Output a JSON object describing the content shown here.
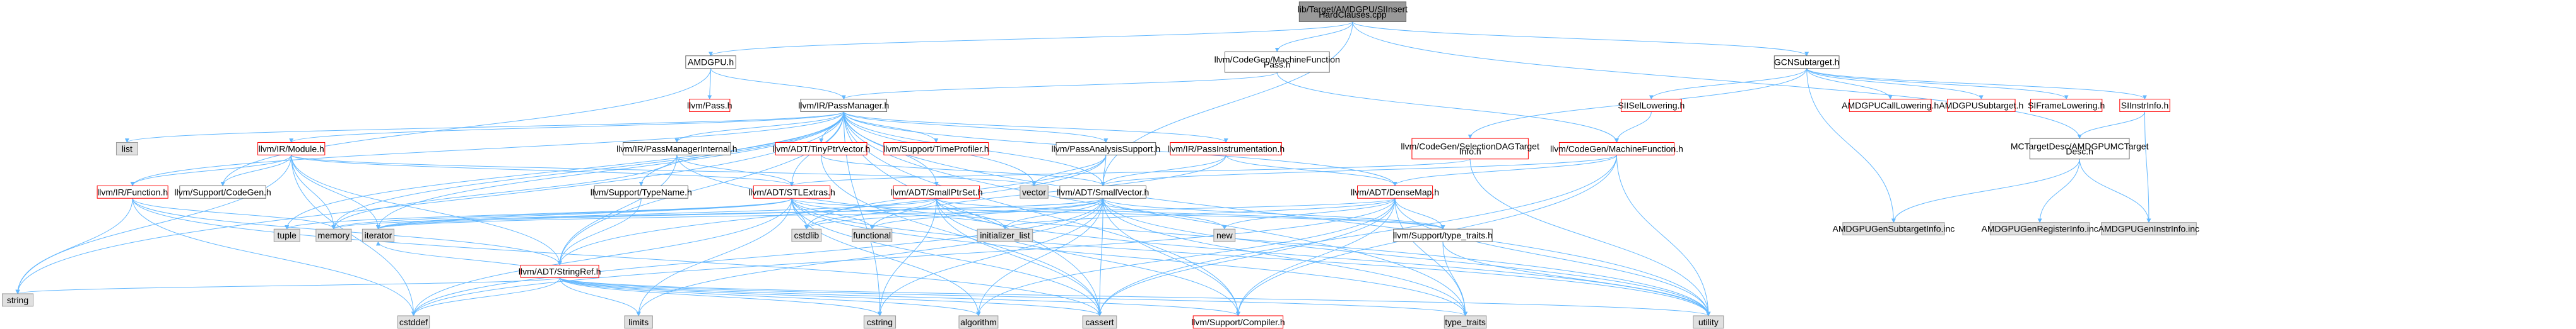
{
  "diagram": {
    "colors": {
      "root_fill": "#999999",
      "root_border": "#666666",
      "normal_fill": "#ffffff",
      "normal_border": "#666666",
      "missing_fill": "#ffffff",
      "missing_border": "#ff0000",
      "system_fill": "#e0e0e0",
      "system_border": "#999999",
      "edge": "#63b8ff",
      "text": "#000000"
    },
    "nodes": [
      {
        "id": "root",
        "kind": "root",
        "lines": [
          "lib/Target/AMDGPU/SIInsert",
          "HardClauses.cpp"
        ]
      },
      {
        "id": "amdgpu",
        "kind": "normal",
        "lines": [
          "AMDGPU.h"
        ]
      },
      {
        "id": "cgmfp",
        "kind": "normal",
        "lines": [
          "llvm/CodeGen/MachineFunction",
          "Pass.h"
        ]
      },
      {
        "id": "gcnsub",
        "kind": "normal",
        "lines": [
          "GCNSubtarget.h"
        ]
      },
      {
        "id": "pass",
        "kind": "missing",
        "lines": [
          "llvm/Pass.h"
        ]
      },
      {
        "id": "passmgr",
        "kind": "normal",
        "lines": [
          "llvm/IR/PassManager.h"
        ]
      },
      {
        "id": "siisel",
        "kind": "missing",
        "lines": [
          "SIISelLowering.h"
        ]
      },
      {
        "id": "amdgpucl",
        "kind": "missing",
        "lines": [
          "AMDGPUCallLowering.h"
        ]
      },
      {
        "id": "amdgpusub",
        "kind": "missing",
        "lines": [
          "AMDGPUSubtarget.h"
        ]
      },
      {
        "id": "siframe",
        "kind": "missing",
        "lines": [
          "SIFrameLowering.h"
        ]
      },
      {
        "id": "siinstr",
        "kind": "missing",
        "lines": [
          "SIInstrInfo.h"
        ]
      },
      {
        "id": "list",
        "kind": "system",
        "lines": [
          "list"
        ]
      },
      {
        "id": "module",
        "kind": "missing",
        "lines": [
          "llvm/IR/Module.h"
        ]
      },
      {
        "id": "pmint",
        "kind": "normal",
        "lines": [
          "llvm/IR/PassManagerInternal.h"
        ]
      },
      {
        "id": "tinyptr",
        "kind": "missing",
        "lines": [
          "llvm/ADT/TinyPtrVector.h"
        ]
      },
      {
        "id": "timeprof",
        "kind": "missing",
        "lines": [
          "llvm/Support/TimeProfiler.h"
        ]
      },
      {
        "id": "pas",
        "kind": "normal",
        "lines": [
          "llvm/PassAnalysisSupport.h"
        ]
      },
      {
        "id": "pinstr",
        "kind": "missing",
        "lines": [
          "llvm/IR/PassInstrumentation.h"
        ]
      },
      {
        "id": "seldag",
        "kind": "missing",
        "lines": [
          "llvm/CodeGen/SelectionDAGTarget",
          "Info.h"
        ]
      },
      {
        "id": "mf",
        "kind": "missing",
        "lines": [
          "llvm/CodeGen/MachineFunction.h"
        ]
      },
      {
        "id": "mctd",
        "kind": "normal",
        "lines": [
          "MCTargetDesc/AMDGPUMCTarget",
          "Desc.h"
        ]
      },
      {
        "id": "function",
        "kind": "missing",
        "lines": [
          "llvm/IR/Function.h"
        ]
      },
      {
        "id": "codegen",
        "kind": "normal",
        "lines": [
          "llvm/Support/CodeGen.h"
        ]
      },
      {
        "id": "typename",
        "kind": "normal",
        "lines": [
          "llvm/Support/TypeName.h"
        ]
      },
      {
        "id": "stlextras",
        "kind": "missing",
        "lines": [
          "llvm/ADT/STLExtras.h"
        ]
      },
      {
        "id": "smallptrset",
        "kind": "missing",
        "lines": [
          "llvm/ADT/SmallPtrSet.h"
        ]
      },
      {
        "id": "vector",
        "kind": "system",
        "lines": [
          "vector"
        ]
      },
      {
        "id": "smallvector",
        "kind": "normal",
        "lines": [
          "llvm/ADT/SmallVector.h"
        ]
      },
      {
        "id": "densemap",
        "kind": "missing",
        "lines": [
          "llvm/ADT/DenseMap.h"
        ]
      },
      {
        "id": "gensubinfo",
        "kind": "system",
        "lines": [
          "AMDGPUGenSubtargetInfo.inc"
        ]
      },
      {
        "id": "genreginfo",
        "kind": "system",
        "lines": [
          "AMDGPUGenRegisterInfo.inc"
        ]
      },
      {
        "id": "geninstrinfo",
        "kind": "system",
        "lines": [
          "AMDGPUGenInstrInfo.inc"
        ]
      },
      {
        "id": "tuple",
        "kind": "system",
        "lines": [
          "tuple"
        ]
      },
      {
        "id": "memory",
        "kind": "system",
        "lines": [
          "memory"
        ]
      },
      {
        "id": "iterator",
        "kind": "system",
        "lines": [
          "iterator"
        ]
      },
      {
        "id": "cstdlib",
        "kind": "system",
        "lines": [
          "cstdlib"
        ]
      },
      {
        "id": "functional",
        "kind": "system",
        "lines": [
          "functional"
        ]
      },
      {
        "id": "initlist",
        "kind": "system",
        "lines": [
          "initializer_list"
        ]
      },
      {
        "id": "new",
        "kind": "system",
        "lines": [
          "new"
        ]
      },
      {
        "id": "typetraitsh",
        "kind": "normal",
        "lines": [
          "llvm/Support/type_traits.h"
        ]
      },
      {
        "id": "stringref",
        "kind": "missing",
        "lines": [
          "llvm/ADT/StringRef.h"
        ]
      },
      {
        "id": "string",
        "kind": "system",
        "lines": [
          "string"
        ]
      },
      {
        "id": "cstddef",
        "kind": "system",
        "lines": [
          "cstddef"
        ]
      },
      {
        "id": "limits",
        "kind": "system",
        "lines": [
          "limits"
        ]
      },
      {
        "id": "cstring",
        "kind": "system",
        "lines": [
          "cstring"
        ]
      },
      {
        "id": "algorithm",
        "kind": "system",
        "lines": [
          "algorithm"
        ]
      },
      {
        "id": "cassert",
        "kind": "system",
        "lines": [
          "cassert"
        ]
      },
      {
        "id": "compiler",
        "kind": "missing",
        "lines": [
          "llvm/Support/Compiler.h"
        ]
      },
      {
        "id": "typetraits",
        "kind": "system",
        "lines": [
          "type_traits"
        ]
      },
      {
        "id": "utility",
        "kind": "system",
        "lines": [
          "utility"
        ]
      }
    ],
    "edges": [
      [
        "root",
        "amdgpu"
      ],
      [
        "root",
        "cgmfp"
      ],
      [
        "root",
        "gcnsub"
      ],
      [
        "root",
        "smallvector"
      ],
      [
        "root",
        "mctd"
      ],
      [
        "amdgpu",
        "pass"
      ],
      [
        "amdgpu",
        "passmgr"
      ],
      [
        "amdgpu",
        "codegen"
      ],
      [
        "cgmfp",
        "passmgr"
      ],
      [
        "cgmfp",
        "mf"
      ],
      [
        "gcnsub",
        "siisel"
      ],
      [
        "gcnsub",
        "amdgpucl"
      ],
      [
        "gcnsub",
        "amdgpusub"
      ],
      [
        "gcnsub",
        "siframe"
      ],
      [
        "gcnsub",
        "siinstr"
      ],
      [
        "gcnsub",
        "seldag"
      ],
      [
        "gcnsub",
        "gensubinfo"
      ],
      [
        "siisel",
        "mf"
      ],
      [
        "siinstr",
        "mctd"
      ],
      [
        "siinstr",
        "geninstrinfo"
      ],
      [
        "mctd",
        "gensubinfo"
      ],
      [
        "mctd",
        "genreginfo"
      ],
      [
        "mctd",
        "geninstrinfo"
      ],
      [
        "passmgr",
        "list"
      ],
      [
        "passmgr",
        "module"
      ],
      [
        "passmgr",
        "pmint"
      ],
      [
        "passmgr",
        "tinyptr"
      ],
      [
        "passmgr",
        "timeprof"
      ],
      [
        "passmgr",
        "pas"
      ],
      [
        "passmgr",
        "pinstr"
      ],
      [
        "passmgr",
        "function"
      ],
      [
        "passmgr",
        "typename"
      ],
      [
        "passmgr",
        "stlextras"
      ],
      [
        "passmgr",
        "smallptrset"
      ],
      [
        "passmgr",
        "vector"
      ],
      [
        "passmgr",
        "smallvector"
      ],
      [
        "passmgr",
        "densemap"
      ],
      [
        "passmgr",
        "tuple"
      ],
      [
        "passmgr",
        "memory"
      ],
      [
        "passmgr",
        "iterator"
      ],
      [
        "passmgr",
        "stringref"
      ],
      [
        "passmgr",
        "string"
      ],
      [
        "passmgr",
        "cstring"
      ],
      [
        "passmgr",
        "cassert"
      ],
      [
        "passmgr",
        "compiler"
      ],
      [
        "passmgr",
        "typetraits"
      ],
      [
        "passmgr",
        "utility"
      ],
      [
        "module",
        "function"
      ],
      [
        "module",
        "codegen"
      ],
      [
        "module",
        "stlextras"
      ],
      [
        "module",
        "stringref"
      ],
      [
        "module",
        "iterator"
      ],
      [
        "module",
        "memory"
      ],
      [
        "module",
        "string"
      ],
      [
        "module",
        "cstddef"
      ],
      [
        "module",
        "vector"
      ],
      [
        "function",
        "stringref"
      ],
      [
        "function",
        "cstddef"
      ],
      [
        "function",
        "string"
      ],
      [
        "function",
        "memory"
      ],
      [
        "function",
        "cassert"
      ],
      [
        "pmint",
        "stlextras"
      ],
      [
        "pmint",
        "stringref"
      ],
      [
        "pmint",
        "memory"
      ],
      [
        "pmint",
        "utility"
      ],
      [
        "tinyptr",
        "smallvector"
      ],
      [
        "tinyptr",
        "cassert"
      ],
      [
        "pas",
        "smallvector"
      ],
      [
        "pas",
        "stringref"
      ],
      [
        "pas",
        "vector"
      ],
      [
        "pas",
        "cstdlib"
      ],
      [
        "pinstr",
        "smallvector"
      ],
      [
        "pinstr",
        "densemap"
      ],
      [
        "pinstr",
        "functional"
      ],
      [
        "seldag",
        "stlextras"
      ],
      [
        "seldag",
        "utility"
      ],
      [
        "mf",
        "densemap"
      ],
      [
        "mf",
        "smallvector"
      ],
      [
        "mf",
        "compiler"
      ],
      [
        "mf",
        "cassert"
      ],
      [
        "mf",
        "utility"
      ],
      [
        "stlextras",
        "iterator"
      ],
      [
        "stlextras",
        "memory"
      ],
      [
        "stlextras",
        "cstdlib"
      ],
      [
        "stlextras",
        "functional"
      ],
      [
        "stlextras",
        "initlist"
      ],
      [
        "stlextras",
        "tuple"
      ],
      [
        "stlextras",
        "limits"
      ],
      [
        "stlextras",
        "algorithm"
      ],
      [
        "stlextras",
        "cassert"
      ],
      [
        "stlextras",
        "cstddef"
      ],
      [
        "stlextras",
        "typetraits"
      ],
      [
        "stlextras",
        "utility"
      ],
      [
        "stlextras",
        "typetraitsh"
      ],
      [
        "smallptrset",
        "compiler"
      ],
      [
        "smallptrset",
        "typetraitsh"
      ],
      [
        "smallptrset",
        "cstdlib"
      ],
      [
        "smallptrset",
        "cstring"
      ],
      [
        "smallptrset",
        "iterator"
      ],
      [
        "smallptrset",
        "initlist"
      ],
      [
        "smallptrset",
        "cassert"
      ],
      [
        "smallptrset",
        "utility"
      ],
      [
        "smallvector",
        "compiler"
      ],
      [
        "smallvector",
        "typetraitsh"
      ],
      [
        "smallvector",
        "algorithm"
      ],
      [
        "smallvector",
        "cassert"
      ],
      [
        "smallvector",
        "cstddef"
      ],
      [
        "smallvector",
        "cstdlib"
      ],
      [
        "smallvector",
        "cstring"
      ],
      [
        "smallvector",
        "functional"
      ],
      [
        "smallvector",
        "initlist"
      ],
      [
        "smallvector",
        "iterator"
      ],
      [
        "smallvector",
        "limits"
      ],
      [
        "smallvector",
        "memory"
      ],
      [
        "smallvector",
        "new"
      ],
      [
        "smallvector",
        "typetraits"
      ],
      [
        "smallvector",
        "utility"
      ],
      [
        "densemap",
        "compiler"
      ],
      [
        "densemap",
        "typetraitsh"
      ],
      [
        "densemap",
        "algorithm"
      ],
      [
        "densemap",
        "cassert"
      ],
      [
        "densemap",
        "cstddef"
      ],
      [
        "densemap",
        "initlist"
      ],
      [
        "densemap",
        "iterator"
      ],
      [
        "densemap",
        "new"
      ],
      [
        "densemap",
        "typetraits"
      ],
      [
        "densemap",
        "utility"
      ],
      [
        "typetraitsh",
        "typetraits"
      ],
      [
        "typetraitsh",
        "utility"
      ],
      [
        "stringref",
        "compiler"
      ],
      [
        "stringref",
        "algorithm"
      ],
      [
        "stringref",
        "cassert"
      ],
      [
        "stringref",
        "cstddef"
      ],
      [
        "stringref",
        "cstring"
      ],
      [
        "stringref",
        "iterator"
      ],
      [
        "stringref",
        "limits"
      ],
      [
        "stringref",
        "string"
      ],
      [
        "stringref",
        "typetraits"
      ],
      [
        "stringref",
        "utility"
      ],
      [
        "typename",
        "stringref"
      ]
    ]
  }
}
